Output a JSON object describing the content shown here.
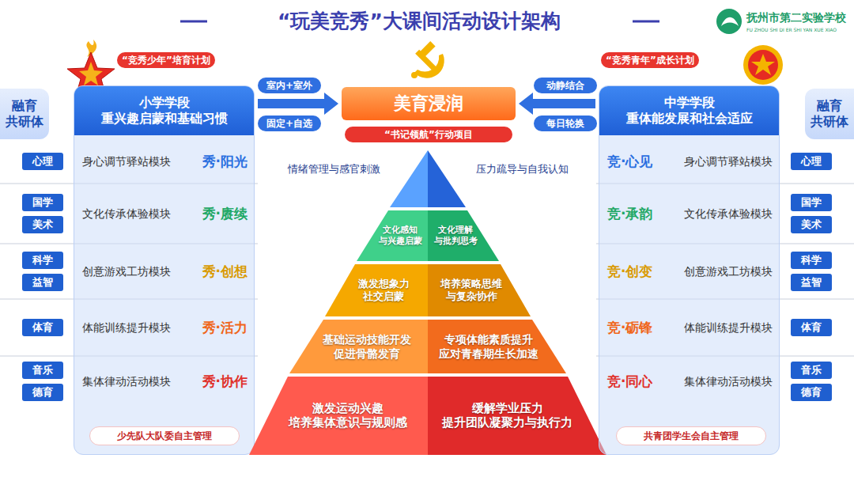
{
  "diagram": {
    "title": "“玩美竞秀”大课间活动设计架构",
    "nodes": [
      {
        "text": [
          "“竞秀少年”培育计划"
        ]
      },
      {
        "text": [
          "融育 共研体"
        ]
      },
      {
        "text": [
          "小学学段 重兴趣启蒙和基础习惯"
        ]
      },
      {
        "text": [
          "身心调节驿站模块",
          "秀·阳光"
        ],
        "in": 2
      },
      {
        "text": [
          "文化传承体验模块",
          "秀·赓续"
        ],
        "in": 2
      },
      {
        "text": [
          "创意游戏工坊模块",
          "秀·创想"
        ],
        "in": 2
      },
      {
        "text": [
          "体能训练提升模块",
          "秀·活力"
        ],
        "in": 2
      },
      {
        "text": [
          "集体律动活动模块",
          "秀·协作"
        ],
        "in": 2
      },
      {
        "text": [
          "少先队大队委自主管理"
        ],
        "in": 2
      },
      {
        "text": [
          "心理"
        ]
      },
      {
        "text": [
          "国学"
        ]
      },
      {
        "text": [
          "美术"
        ]
      },
      {
        "text": [
          "科学"
        ]
      },
      {
        "text": [
          "益智"
        ]
      },
      {
        "text": [
          "体育"
        ]
      },
      {
        "text": [
          "音乐"
        ]
      },
      {
        "text": [
          "德育"
        ]
      },
      {
        "text": [
          "美育浸润"
        ]
      },
      {
        "text": [
          "“书记领航”行动项目"
        ]
      },
      {
        "text": [
          "文化感知 与兴趣启蒙",
          "文化理解 与批判思考"
        ]
      },
      {
        "text": [
          "激发想象力 社交启蒙",
          "培养策略思维 与复杂协作"
        ]
      },
      {
        "text": [
          "基础运动技能开发 促进骨骼发育",
          "专项体能素质提升 应对青春期生长加速"
        ]
      },
      {
        "text": [
          "激发运动兴趣 培养集体意识与规则感",
          "缓解学业压力 提升团队凝聚力与执行力"
        ]
      },
      {
        "text": [
          "“竞秀青年”成长计划"
        ]
      },
      {
        "text": [
          "中学学段 重体能发展和社会适应"
        ]
      },
      {
        "text": [
          "竞·心见",
          "身心调节驿站模块"
        ],
        "in": 24
      },
      {
        "text": [
          "竞·承韵",
          "文化传承体验模块"
        ],
        "in": 24
      },
      {
        "text": [
          "竞·创变",
          "创意游戏工坊模块"
        ],
        "in": 24
      },
      {
        "text": [
          "竞·砺锋",
          "体能训练提升模块"
        ],
        "in": 24
      },
      {
        "text": [
          "竞·同心",
          "集体律动活动模块"
        ],
        "in": 24
      },
      {
        "text": [
          "共青团学生会自主管理"
        ],
        "in": 24
      },
      {
        "text": [
          "融育 共研体"
        ]
      },
      {
        "text": [
          "心理"
        ]
      },
      {
        "text": [
          "国学"
        ]
      },
      {
        "text": [
          "美术"
        ]
      },
      {
        "text": [
          "科学"
        ]
      },
      {
        "text": [
          "益智"
        ]
      },
      {
        "text": [
          "体育"
        ]
      },
      {
        "text": [
          "音乐"
        ]
      },
      {
        "text": [
          "德育"
        ]
      }
    ],
    "edges": [
      {
        "from": 2,
        "to": 17,
        "arrow": "to"
      },
      {
        "from": 24,
        "to": 17,
        "arrow": "to"
      }
    ],
    "labels": [
      "室内+室外",
      "固定+自选",
      "动静结合",
      "每日轮换",
      "情绪管理与感官刺激",
      "压力疏导与自我认知",
      "抚州市第二实验学校",
      "FU ZHOU SHI DI ER SHI YAN XUE XIAO"
    ]
  }
}
